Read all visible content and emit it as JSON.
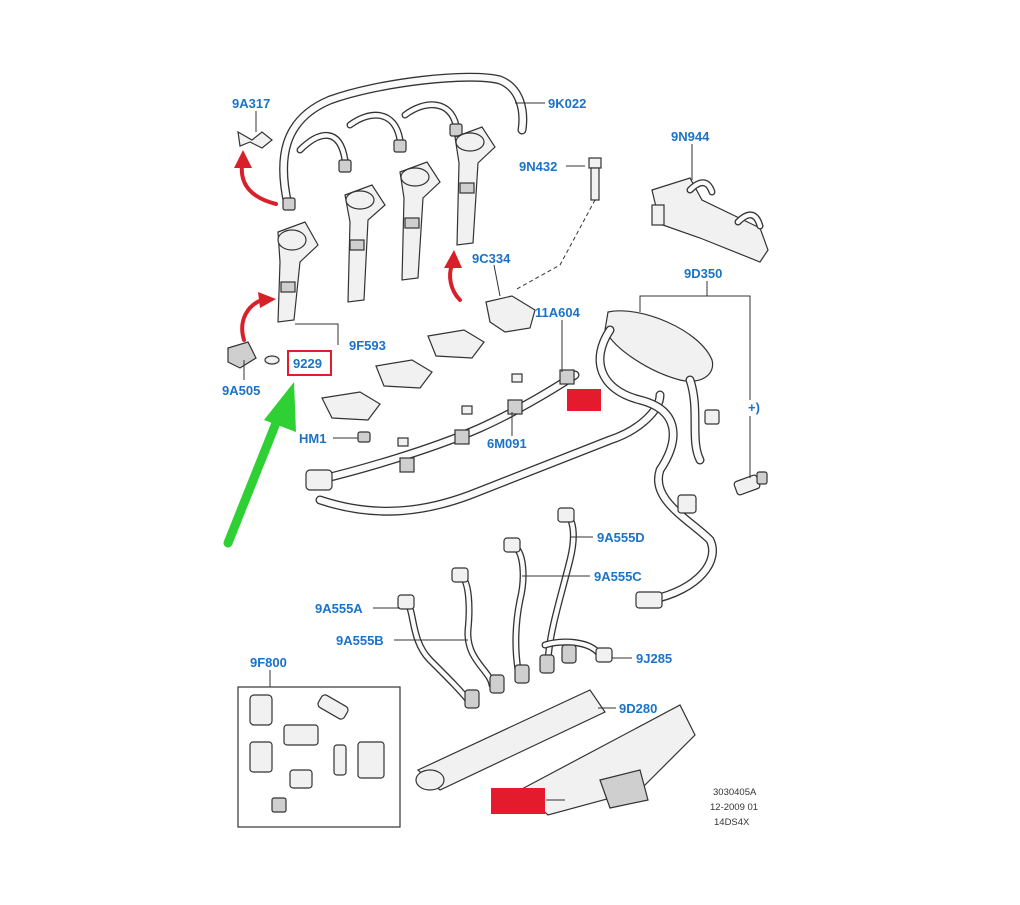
{
  "callouts": {
    "c_9A317": "9A317",
    "c_9K022": "9K022",
    "c_9N944": "9N944",
    "c_9N432": "9N432",
    "c_9C334": "9C334",
    "c_9D350": "9D350",
    "c_11A604": "11A604",
    "c_9F593": "9F593",
    "c_9229": "9229",
    "c_9A505": "9A505",
    "c_HM1": "HM1",
    "c_6M091": "6M091",
    "c_plus": "+)",
    "c_9A555D": "9A555D",
    "c_9A555C": "9A555C",
    "c_9A555A": "9A555A",
    "c_9A555B": "9A555B",
    "c_9F800": "9F800",
    "c_9J285": "9J285",
    "c_9D280": "9D280"
  },
  "reference": {
    "line1": "3030405A",
    "line2": "12-2009 01",
    "line3": "14DS4X"
  },
  "colors": {
    "callout_text": "#1a73c8",
    "red_arrow": "#d8202a",
    "green_arrow": "#2fd033",
    "highlight_box": "#e41b2c"
  }
}
